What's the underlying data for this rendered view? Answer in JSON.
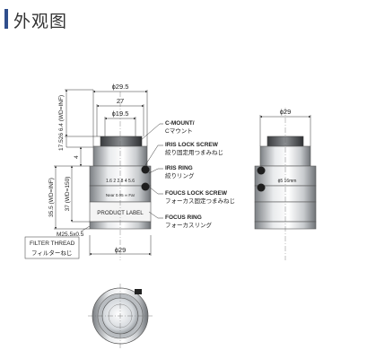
{
  "header": {
    "title": "外观图"
  },
  "dimensions": {
    "top_outer_dia": "ϕ29.5",
    "top_27": "27",
    "top_inner_dia": "ϕ19.5",
    "left_wd_inf": "6.4 (WD=INF)",
    "left_17_526": "17.526",
    "left_4": "4",
    "left_35_5": "35.5 (WD=INF)",
    "left_37": "37 (WD=150)",
    "thread": "M25.5x0.5",
    "bottom_dia": "ϕ29",
    "side_dia": "ϕ29"
  },
  "callouts": {
    "cmount_en": "C-MOUNT/",
    "cmount_jp": "Cマウント",
    "iris_lock_en": "IRIS LOCK SCREW",
    "iris_lock_jp": "絞り固定用つまみねじ",
    "iris_ring_en": "IRIS RING",
    "iris_ring_jp": "絞りリング",
    "focus_lock_en": "FOUCS LOCK SCREW",
    "focus_lock_jp": "フォーカス固定つまみねじ",
    "focus_ring_en": "FOCUS RING",
    "focus_ring_jp": "フォーカスリング",
    "filter_en": "FILTER THREAD",
    "filter_jp": "フィルターねじ"
  },
  "lens_labels": {
    "product_label": "PRODUCT LABEL",
    "iris_scale": "1.6  2  2.8  4  5.6",
    "focus_scale": "Near  0.05   ∞   Far",
    "side_text": "ϕ5  16mm"
  }
}
